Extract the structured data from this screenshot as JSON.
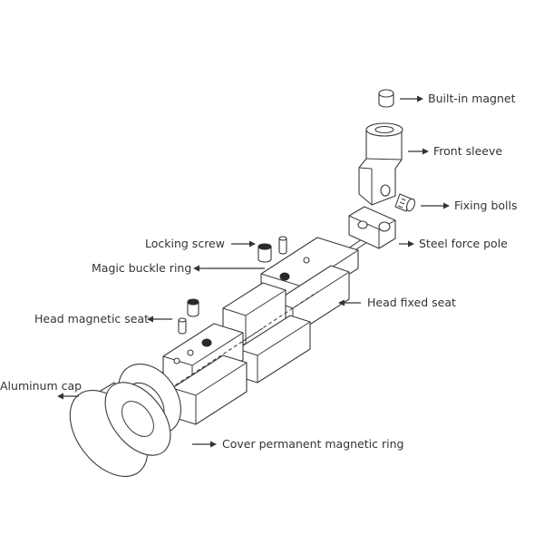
{
  "labels": {
    "built_in_magnet": "Built-in magnet",
    "front_sleeve": "Front sleeve",
    "fixing_bolls": "Fixing bolls",
    "steel_force_pole": "Steel force pole",
    "locking_screw": "Locking screw",
    "magic_buckle_ring": "Magic buckle ring",
    "head_fixed_seat": "Head fixed seat",
    "head_magnetic_seat": "Head magnetic seat",
    "aluminum_cap": "Aluminum cap",
    "cover_permanent_magnetic_ring": "Cover permanent magnetic ring"
  },
  "colors": {
    "line": "#3a3a3a",
    "text": "#333333",
    "background": "#ffffff"
  }
}
